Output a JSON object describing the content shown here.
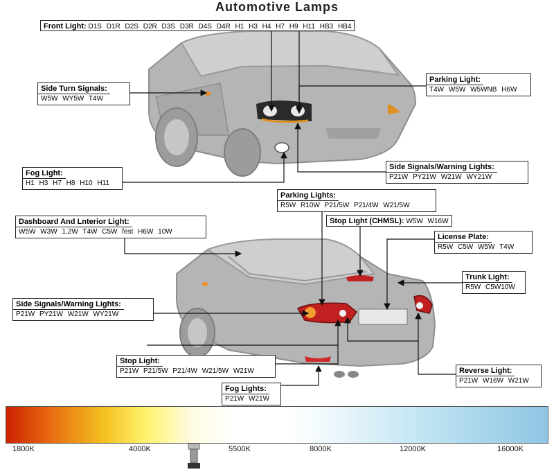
{
  "title": "Automotive Lamps",
  "front": {
    "front_light": {
      "head": "Front Light:",
      "codes": "D1S   D1R   D2S   D2R   D3S   D3R   D4S   D4R   H1   H3   H4   H7   H9   H11   HB3   HB4"
    },
    "side_turn": {
      "head": "Side Turn Signals:",
      "codes": "W5W   WY5W   T4W"
    },
    "parking": {
      "head": "Parking Light:",
      "codes": "T4W   W5W   W5WNB   H6W"
    },
    "fog": {
      "head": "Fog Light:",
      "codes": "H1   H3   H7   H8   H10   H11"
    },
    "side_signals": {
      "head": "Side Signals/Warning Lights:",
      "codes": "P21W   PY21W   W21W   WY21W"
    }
  },
  "rear": {
    "parking_lights": {
      "head": "Parking Lights:",
      "codes": "R5W   R10W   P21/5W   P21/4W   W21/5W"
    },
    "dashboard": {
      "head": "Dashboard And Lnterior Light:",
      "codes": "W5W   W3W   1.2W   T4W   C5W   fest   H6W   10W"
    },
    "stop_chmsl": {
      "head": "Stop Light (CHMSL):",
      "codes": "W5W   W16W"
    },
    "license": {
      "head": "License Plate:",
      "codes": "R5W   C5W   W5W   T4W"
    },
    "trunk": {
      "head": "Trunk Light:",
      "codes": "R5W   C5W10W"
    },
    "side_signals": {
      "head": "Side Signals/Warning Lights:",
      "codes": "P21W   PY21W   W21W   WY21W"
    },
    "stop": {
      "head": "Stop Light:",
      "codes": "P21W   P21/5W   P21/4W   W21/5W   W21W"
    },
    "reverse": {
      "head": "Reverse Light:",
      "codes": "P21W   W16W   W21W"
    },
    "fog": {
      "head": "Fog Lights:",
      "codes": "P21W   W21W"
    }
  },
  "color_scale": [
    "1800K",
    "4000K",
    "5500K",
    "8000K",
    "12000K",
    "16000K"
  ]
}
